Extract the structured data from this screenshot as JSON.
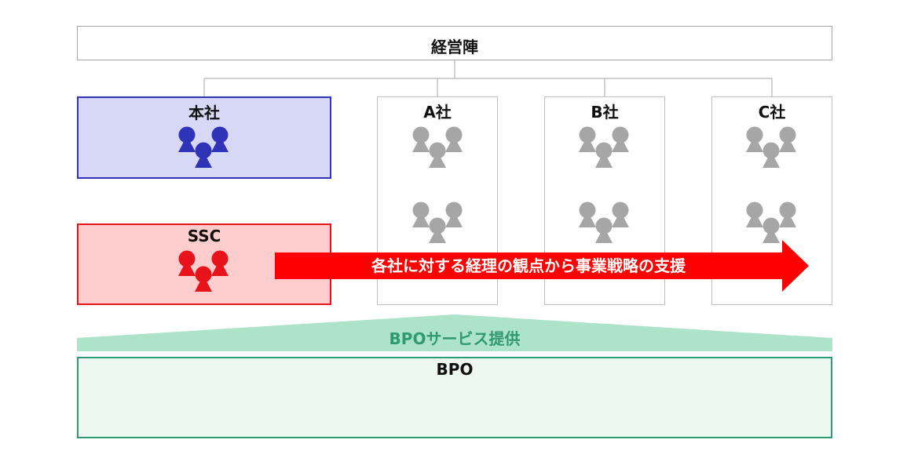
{
  "top": {
    "label": "経営陣"
  },
  "hq": {
    "label": "本社",
    "stroke": "#2e33b8",
    "fill": "#d7d8f5",
    "people": "#2e33b8"
  },
  "companies": [
    {
      "label": "A社"
    },
    {
      "label": "B社"
    },
    {
      "label": "C社"
    }
  ],
  "company_style": {
    "stroke": "#bfbfbf",
    "people": "#a6a6a6"
  },
  "ssc": {
    "label": "SSC",
    "stroke": "#e8131a",
    "fill": "#fdcccc",
    "people": "#e8131a"
  },
  "arrow": {
    "label": "各社に対する経理の観点から事業戦略の支援",
    "color": "#ff0000"
  },
  "bpo_banner": {
    "label": "BPOサービス提供",
    "fill": "#ade3c9",
    "text_color": "#2f9a72"
  },
  "bpo": {
    "label": "BPO",
    "stroke": "#2f9a72",
    "fill": "#eef8f2",
    "people": "#2f9a72"
  },
  "icons": {
    "group": "people-group-icon"
  }
}
